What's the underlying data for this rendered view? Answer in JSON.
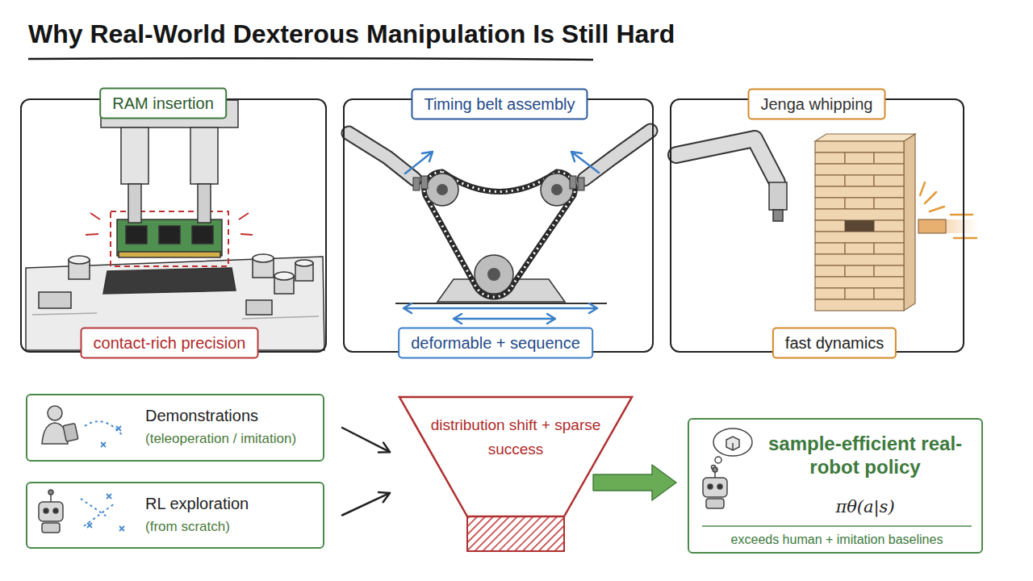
{
  "diagram": {
    "title": "Why Real-World Dexterous Manipulation Is Still Hard",
    "nodes": [
      {
        "text": [
          "RAM insertion",
          "contact-rich precision"
        ]
      },
      {
        "text": [
          "Timing belt assembly",
          "deformable + sequence"
        ]
      },
      {
        "text": [
          "Jenga whipping",
          "fast dynamics"
        ]
      },
      {
        "text": [
          "Demonstrations",
          "(teleoperation / imitation)"
        ]
      },
      {
        "text": [
          "RL exploration",
          "(from scratch)"
        ]
      },
      {
        "text": [
          "distribution shift + sparse success"
        ]
      },
      {
        "text": [
          "sample-efficient real-robot policy",
          "πθ(a|s)",
          "exceeds human + imitation baselines"
        ]
      }
    ],
    "edges": [
      {
        "from": 3,
        "to": 5,
        "arrow": "to"
      },
      {
        "from": 4,
        "to": 5,
        "arrow": "to"
      },
      {
        "from": 5,
        "to": 6,
        "arrow": "to"
      }
    ]
  }
}
